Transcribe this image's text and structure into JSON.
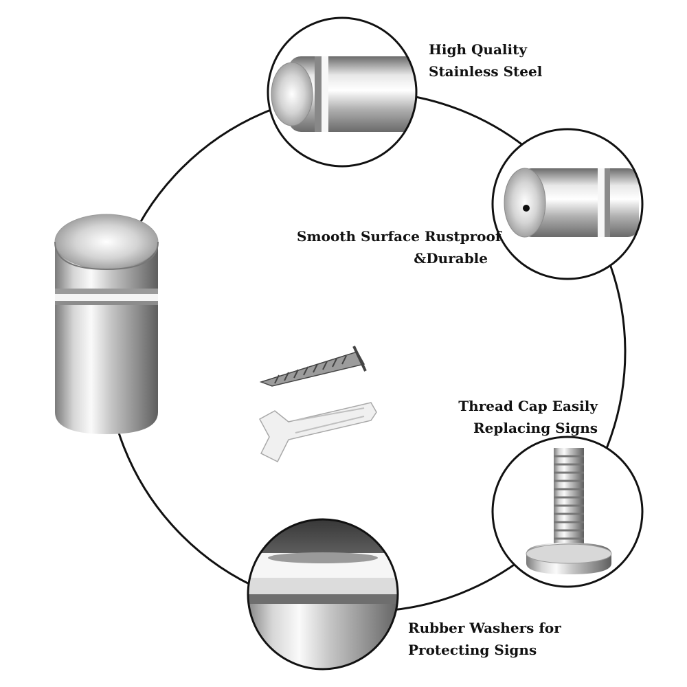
{
  "callouts": {
    "steel": {
      "line1": "High Quality",
      "line2": "Stainless Steel"
    },
    "smooth": {
      "line1": "Smooth Surface Rustproof",
      "line2": "&Durable"
    },
    "thread": {
      "line1": "Thread Cap Easily",
      "line2": "Replacing Signs"
    },
    "rubber": {
      "line1": "Rubber Washers for",
      "line2": "Protecting Signs"
    }
  },
  "colors": {
    "background": "#ffffff",
    "outline": "#111111",
    "steel_light": "#f2f2f2",
    "steel_mid": "#b9b9b9",
    "steel_dark": "#6f6f6f",
    "anchor_plastic": "#eeeeee"
  },
  "icons": {
    "main_product": "stainless-steel-standoff",
    "detail_1": "standoff-cap-closeup",
    "detail_2": "standoff-drilled-end",
    "detail_3": "threaded-cap-screw",
    "detail_4": "rubber-washer-closeup",
    "accessory_1": "wood-screw",
    "accessory_2": "plastic-wall-anchor"
  }
}
